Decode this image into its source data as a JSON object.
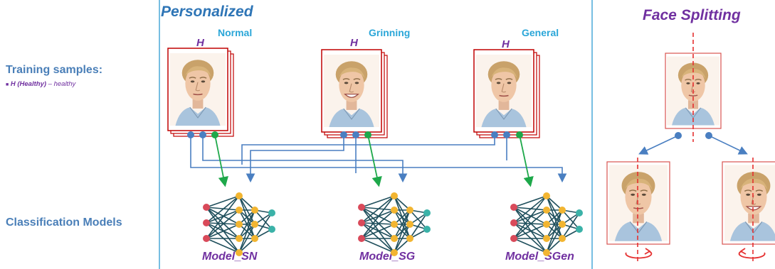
{
  "left": {
    "training_title": "Training samples:",
    "bullet_bold": "H (Healthy)",
    "bullet_rest": " – healthy",
    "models_title": "Classification Models"
  },
  "personalized": {
    "title": "Personalized",
    "conditions": [
      {
        "label": "Normal",
        "h": "H"
      },
      {
        "label": "Grinning",
        "h": "H"
      },
      {
        "label": "General",
        "h": "H"
      }
    ],
    "models": [
      "Model_SN",
      "Model_SG",
      "Model_SGen"
    ]
  },
  "splitting": {
    "title": "Face Splitting"
  },
  "colors": {
    "title_blue": "#2e75b6",
    "divider": "#4aa8d8",
    "connector_blue": "#4a7fc1",
    "connector_green": "#1ea84a",
    "frame_red": "#c00000",
    "split_red": "#e53030",
    "node_red": "#d94a5a",
    "node_yellow": "#f2b531",
    "node_teal": "#3bb2a8",
    "edge_dark": "#1f4f5c"
  }
}
